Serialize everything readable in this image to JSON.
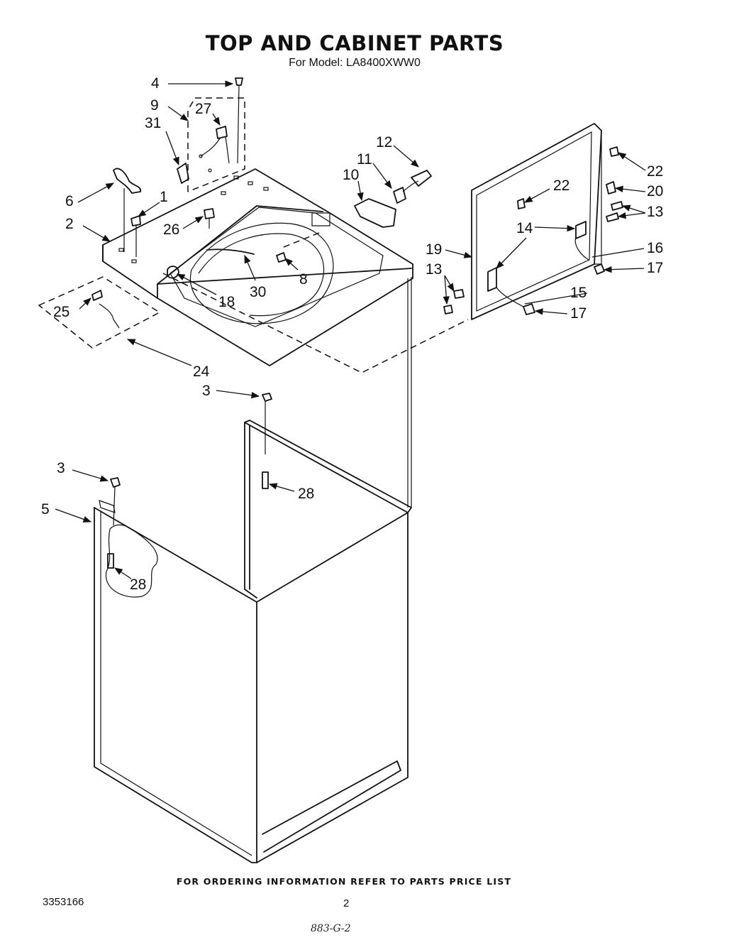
{
  "title": "TOP AND CABINET PARTS",
  "subtitle": "For Model: LA8400XWW0",
  "footer_note": "FOR ORDERING INFORMATION REFER TO PARTS PRICE LIST",
  "doc_number": "3353166",
  "page_number": "2",
  "handwritten_note": "883-G-2",
  "callouts": {
    "p4": "4",
    "p9": "9",
    "p27": "27",
    "p31": "31",
    "p12": "12",
    "p11": "11",
    "p10": "10",
    "p6": "6",
    "p1": "1",
    "p2": "2",
    "p26": "26",
    "p22a": "22",
    "p22b": "22",
    "p20": "20",
    "p13a": "13",
    "p14": "14",
    "p19": "19",
    "p16": "16",
    "p17a": "17",
    "p13b": "13",
    "p8": "8",
    "p30": "30",
    "p18": "18",
    "p25": "25",
    "p15": "15",
    "p17b": "17",
    "p24": "24",
    "p3a": "3",
    "p28a": "28",
    "p3b": "3",
    "p5": "5",
    "p28b": "28"
  }
}
